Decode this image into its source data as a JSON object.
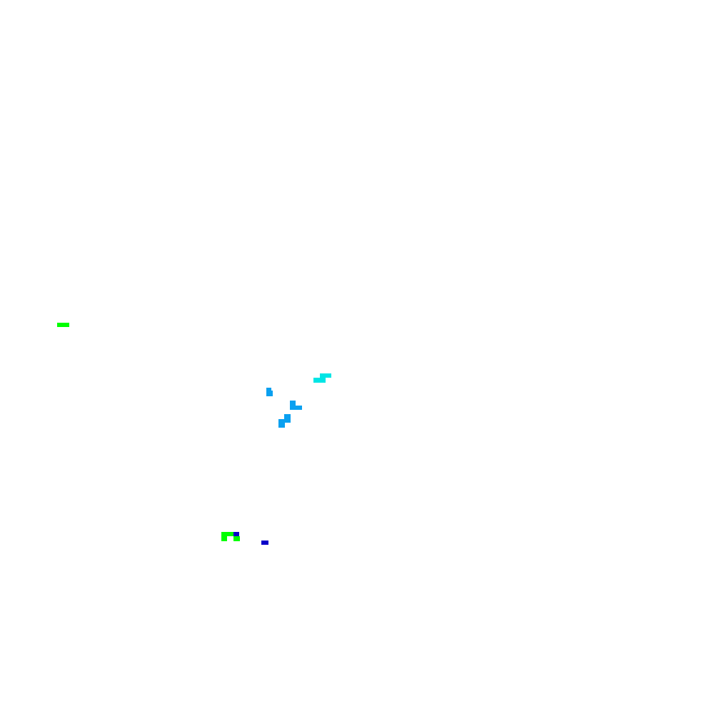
{
  "palette": {
    "background": "#ffffff",
    "green": "#00ff00",
    "cyan": "#00e5e5",
    "sky_blue": "#0aa0f0",
    "dark_blue": "#0a00c8"
  },
  "blobs": [
    {
      "name": "green-dash-left",
      "color_key": "green"
    },
    {
      "name": "cyan-step-shape",
      "color_key": "cyan"
    },
    {
      "name": "blue-block-1",
      "color_key": "sky_blue"
    },
    {
      "name": "blue-l-shape",
      "color_key": "sky_blue"
    },
    {
      "name": "blue-step-shape",
      "color_key": "sky_blue"
    },
    {
      "name": "green-bracket-shape",
      "color_key": "green"
    },
    {
      "name": "dark-blue-square-1",
      "color_key": "dark_blue"
    },
    {
      "name": "dark-blue-square-2",
      "color_key": "dark_blue"
    }
  ]
}
